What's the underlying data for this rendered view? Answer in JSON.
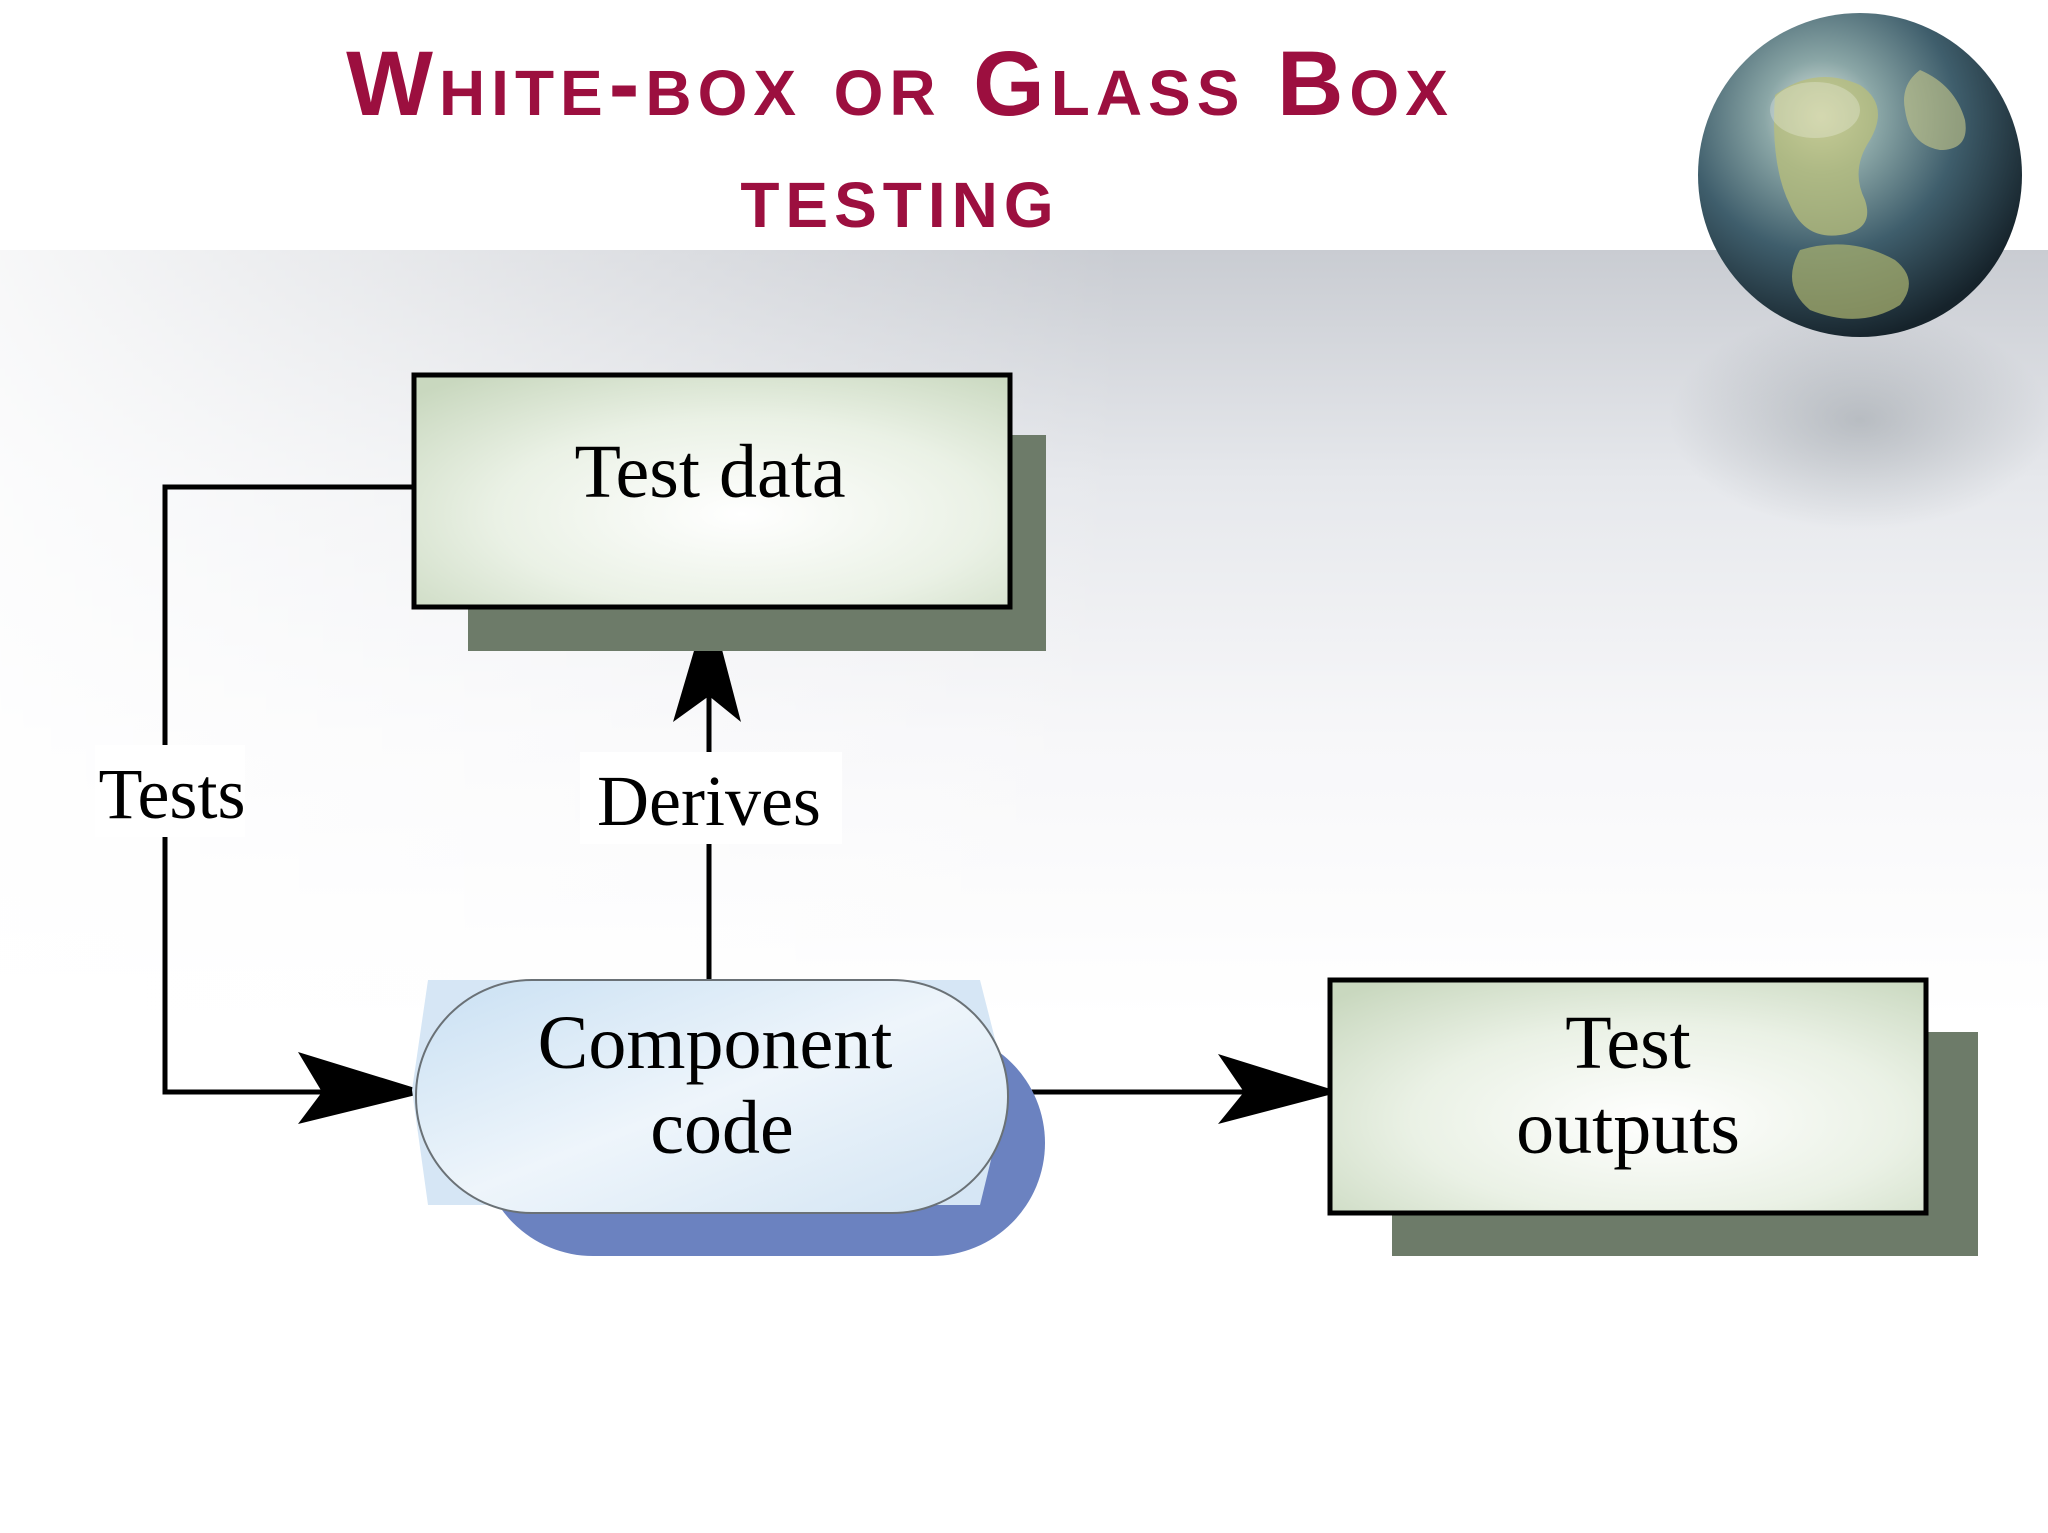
{
  "slide": {
    "title_line1": "White-box or Glass Box",
    "title_line2": "testing"
  },
  "diagram": {
    "nodes": {
      "test_data": "Test data",
      "component_line1": "Component",
      "component_line2": "code",
      "outputs_line1": "Test",
      "outputs_line2": "outputs"
    },
    "edges": {
      "tests": "Tests",
      "derives": "Derives"
    }
  },
  "colors": {
    "title": "#9c0f3f",
    "box_fill": "#dde7d6",
    "box_shadow": "#6d7b69",
    "pill_fill": "#dbe9f6",
    "pill_shadow": "#6b82c0"
  }
}
